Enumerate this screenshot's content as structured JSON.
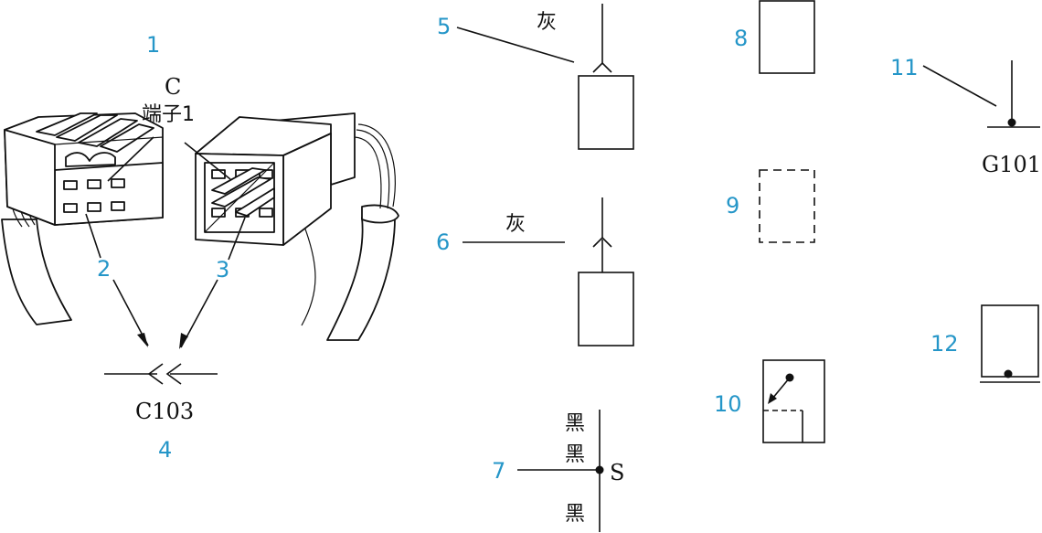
{
  "labels": {
    "n1": "1",
    "n2": "2",
    "n3": "3",
    "n4": "4",
    "n5": "5",
    "n6": "6",
    "n7": "7",
    "n8": "8",
    "n9": "9",
    "n10": "10",
    "n11": "11",
    "n12": "12",
    "c_letter": "C",
    "terminal": "端子1",
    "connector_id": "C103",
    "wire_gray_5": "灰",
    "wire_gray_6": "灰",
    "wire_black_1": "黑",
    "wire_black_2": "黑",
    "wire_black_3": "黑",
    "splice": "S",
    "ground_id": "G101"
  },
  "colors": {
    "callout_number": "#2596c8",
    "line": "#111111"
  }
}
